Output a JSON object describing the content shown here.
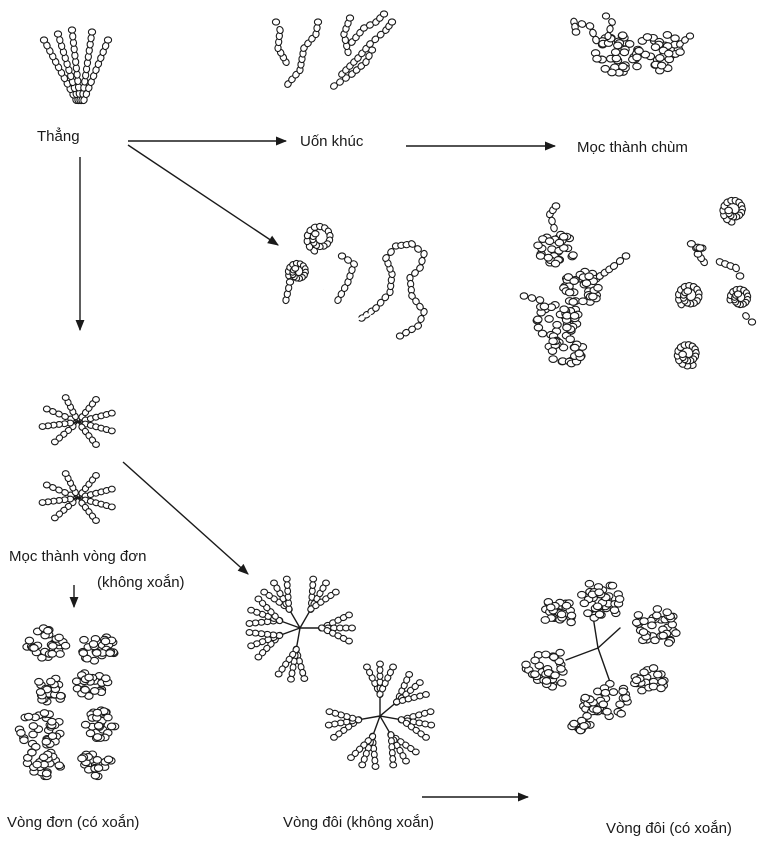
{
  "labels": {
    "straight": "Thẳng",
    "bent": "Uốn khúc",
    "clustered": "Mọc thành chùm",
    "single_whorl_line1": "Mọc thành vòng đơn",
    "single_whorl_line2": "(không xoắn)",
    "single_whorl_coiled": "Vòng đơn (có xoắn)",
    "double_whorl": "Vòng đôi (không xoắn)",
    "double_whorl_coiled": "Vòng đôi (có xoắn)"
  }
}
